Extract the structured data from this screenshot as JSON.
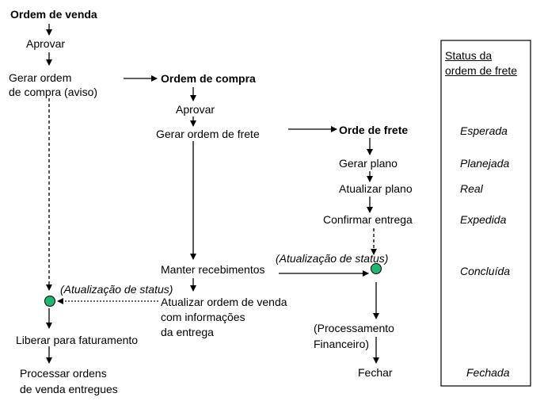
{
  "sales": {
    "title": "Ordem de venda",
    "approve": "Aprovar",
    "gen_po_1": "Gerar ordem",
    "gen_po_2": "de compra (aviso)",
    "status_update": "(Atualização de status)",
    "release_billing": "Liberar para faturamento",
    "process_1": "Processar ordens",
    "process_2": "de venda entregues"
  },
  "purchase": {
    "title": "Ordem de compra",
    "approve": "Aprovar",
    "gen_freight": "Gerar ordem de frete",
    "maintain_receipts": "Manter recebimentos",
    "update_1": "Atualizar ordem de venda",
    "update_2": "com informações",
    "update_3": "da entrega"
  },
  "freight": {
    "title": "Orde de frete",
    "gen_plan": "Gerar plano",
    "update_plan": "Atualizar plano",
    "confirm": "Confirmar entrega",
    "status_update": "(Atualização de status)",
    "fin_1": "(Processamento",
    "fin_2": "Financeiro)",
    "close": "Fechar"
  },
  "status_panel": {
    "title_1": "Status da",
    "title_2": "ordem de frete",
    "items": [
      "Esperada",
      "Planejada",
      "Real",
      "Expedida",
      "Concluída",
      "Fechada"
    ]
  },
  "colors": {
    "node_fill": "#22b573",
    "line": "#000000"
  }
}
